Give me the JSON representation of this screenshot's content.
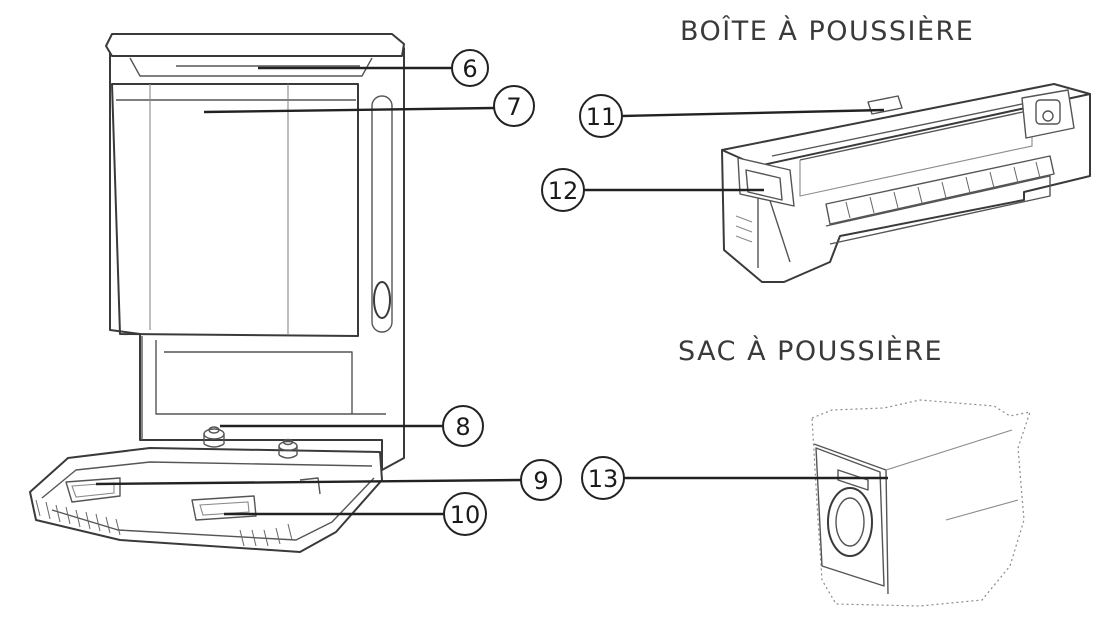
{
  "headings": {
    "dust_box": "BOÎTE À POUSSIÈRE",
    "dust_bag": "SAC À POUSSIÈRE"
  },
  "callouts": [
    {
      "id": "6",
      "label": "6"
    },
    {
      "id": "7",
      "label": "7"
    },
    {
      "id": "8",
      "label": "8"
    },
    {
      "id": "9",
      "label": "9"
    },
    {
      "id": "10",
      "label": "10"
    },
    {
      "id": "11",
      "label": "11"
    },
    {
      "id": "12",
      "label": "12"
    },
    {
      "id": "13",
      "label": "13"
    }
  ],
  "colors": {
    "line": "#3a3a3a",
    "background": "#ffffff"
  }
}
